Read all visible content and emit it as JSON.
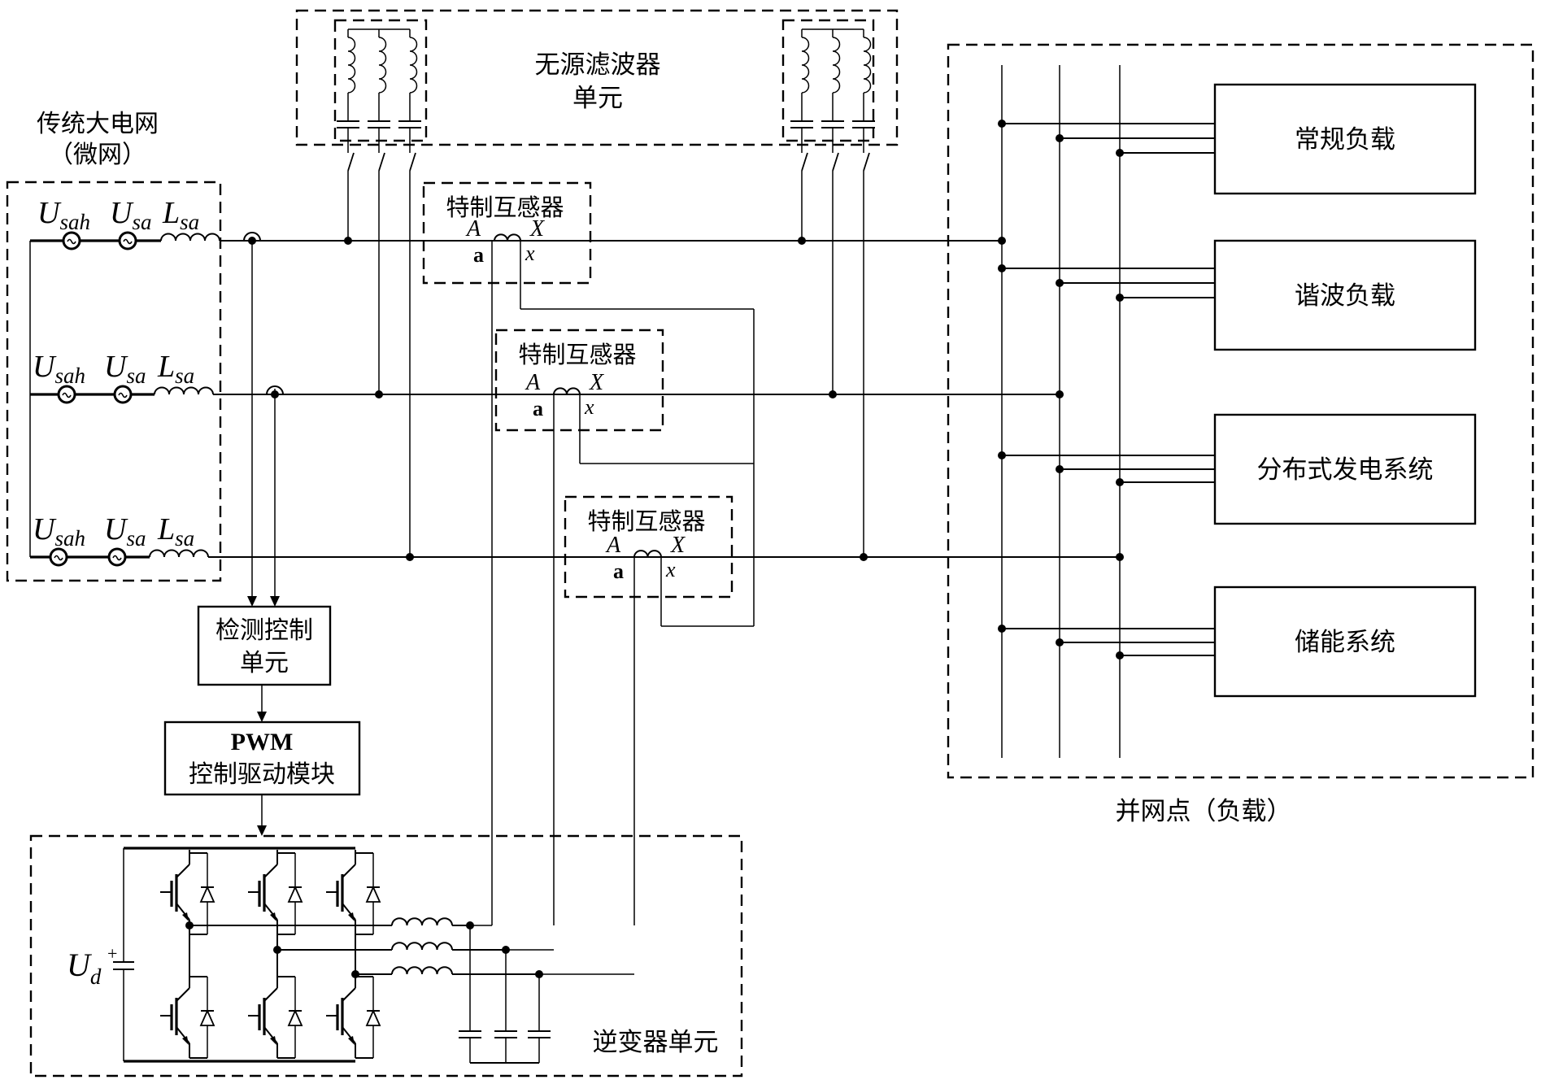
{
  "grid": {
    "title_line1": "传统大电网",
    "title_line2": "（微网）",
    "phases": [
      {
        "harmonic_source": "U",
        "harmonic_sub": "sah",
        "source": "U",
        "source_sub": "sa",
        "inductor": "L",
        "inductor_sub": "sa"
      },
      {
        "harmonic_source": "U",
        "harmonic_sub": "sah",
        "source": "U",
        "source_sub": "sa",
        "inductor": "L",
        "inductor_sub": "sa"
      },
      {
        "harmonic_source": "U",
        "harmonic_sub": "sah",
        "source": "U",
        "source_sub": "sa",
        "inductor": "L",
        "inductor_sub": "sa"
      }
    ]
  },
  "passive_filter": {
    "label_line1": "无源滤波器",
    "label_line2": "单元",
    "banks": 2,
    "phases_per_bank": 3
  },
  "transformers": [
    {
      "label": "特制互感器",
      "primary_start": "A",
      "primary_end": "X",
      "secondary_start": "a",
      "secondary_end": "x"
    },
    {
      "label": "特制互感器",
      "primary_start": "A",
      "primary_end": "X",
      "secondary_start": "a",
      "secondary_end": "x"
    },
    {
      "label": "特制互感器",
      "primary_start": "A",
      "primary_end": "X",
      "secondary_start": "a",
      "secondary_end": "x"
    }
  ],
  "control": {
    "detection_line1": "检测控制",
    "detection_line2": "单元",
    "pwm_line1": "PWM",
    "pwm_line2": "控制驱动模块"
  },
  "inverter": {
    "label": "逆变器单元",
    "dc_link": "U",
    "dc_link_sub": "d",
    "switches": 6
  },
  "load_side": {
    "caption": "并网点（负载）",
    "loads": [
      {
        "label": "常规负载"
      },
      {
        "label": "谐波负载"
      },
      {
        "label": "分布式发电系统"
      },
      {
        "label": "储能系统"
      }
    ]
  }
}
